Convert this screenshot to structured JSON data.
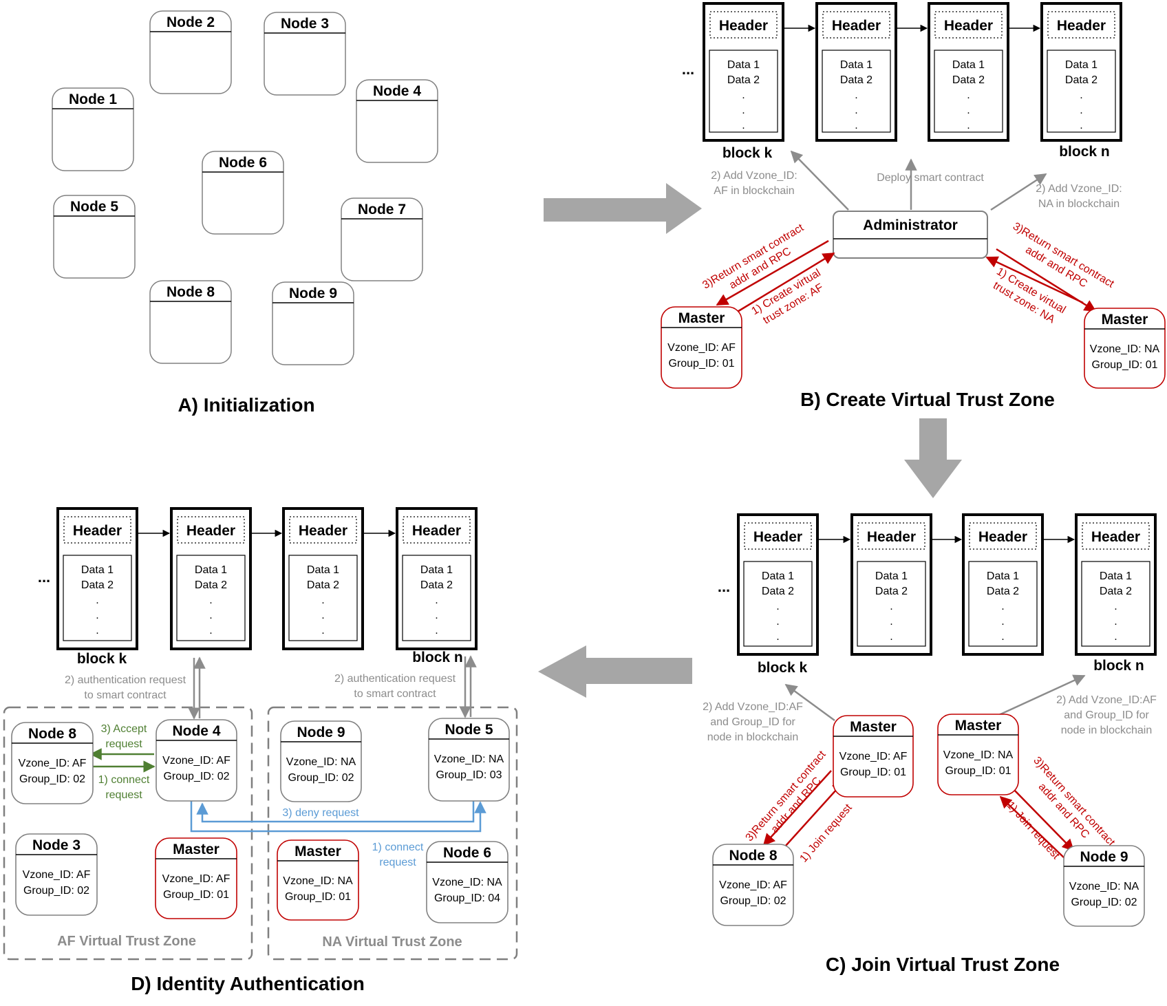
{
  "panels": {
    "a": {
      "title": "A) Initialization"
    },
    "b": {
      "title": "B) Create Virtual Trust Zone"
    },
    "c": {
      "title": "C) Join Virtual Trust Zone"
    },
    "d": {
      "title": "D) Identity Authentication"
    }
  },
  "init_nodes": [
    "Node 1",
    "Node 2",
    "Node 3",
    "Node 4",
    "Node 5",
    "Node 6",
    "Node 7",
    "Node 8",
    "Node 9"
  ],
  "block": {
    "header": "Header",
    "data1": "Data 1",
    "data2": "Data 2",
    "dot": ".",
    "ellipsis": "...",
    "block_k": "block k",
    "block_n": "block n"
  },
  "panel_b": {
    "administrator": "Administrator",
    "deploy": "Deploy smart contract",
    "add_af": [
      "2) Add Vzone_ID:",
      "AF in blockchain"
    ],
    "add_na": [
      "2) Add Vzone_ID:",
      "NA in blockchain"
    ],
    "return_left": [
      "3)Return smart contract",
      "addr and RPC"
    ],
    "create_left": [
      "1) Create virtual",
      "trust zone: AF"
    ],
    "return_right": [
      "3)Return smart contract",
      "addr and RPC"
    ],
    "create_right": [
      "1) Create virtual",
      "trust zone: NA"
    ],
    "master_af": {
      "title": "Master",
      "vzone": "Vzone_ID: AF",
      "group": "Group_ID: 01"
    },
    "master_na": {
      "title": "Master",
      "vzone": "Vzone_ID: NA",
      "group": "Group_ID: 01"
    }
  },
  "panel_c": {
    "add_left": [
      "2) Add Vzone_ID:AF",
      "and Group_ID for",
      "node in blockchain"
    ],
    "add_right": [
      "2) Add Vzone_ID:AF",
      "and Group_ID for",
      "node in blockchain"
    ],
    "return_left": [
      "3)Return smart contract",
      "addr and RPC"
    ],
    "join_left": "1) Join request",
    "return_right": [
      "3)Return smart contract",
      "addr and RPC"
    ],
    "join_right": "1) Join request",
    "master_af": {
      "title": "Master",
      "vzone": "Vzone_ID: AF",
      "group": "Group_ID: 01"
    },
    "master_na": {
      "title": "Master",
      "vzone": "Vzone_ID: NA",
      "group": "Group_ID: 01"
    },
    "node8": {
      "title": "Node 8",
      "vzone": "Vzone_ID: AF",
      "group": "Group_ID: 02"
    },
    "node9": {
      "title": "Node 9",
      "vzone": "Vzone_ID: NA",
      "group": "Group_ID: 02"
    }
  },
  "panel_d": {
    "auth_left": [
      "2) authentication request",
      "to smart contract"
    ],
    "auth_right": [
      "2) authentication request",
      "to smart contract"
    ],
    "accept": [
      "3) Accept",
      "request"
    ],
    "connect_green": [
      "1) connect",
      "request"
    ],
    "deny": "3) deny request",
    "connect_blue": [
      "1) connect",
      "request"
    ],
    "zone_af": "AF Virtual Trust Zone",
    "zone_na": "NA Virtual Trust Zone",
    "node8": {
      "title": "Node 8",
      "vzone": "Vzone_ID: AF",
      "group": "Group_ID: 02"
    },
    "node4": {
      "title": "Node 4",
      "vzone": "Vzone_ID: AF",
      "group": "Group_ID: 02"
    },
    "node3": {
      "title": "Node 3",
      "vzone": "Vzone_ID: AF",
      "group": "Group_ID: 02"
    },
    "master_af": {
      "title": "Master",
      "vzone": "Vzone_ID: AF",
      "group": "Group_ID: 01"
    },
    "node9": {
      "title": "Node 9",
      "vzone": "Vzone_ID: NA",
      "group": "Group_ID: 02"
    },
    "node5": {
      "title": "Node 5",
      "vzone": "Vzone_ID: NA",
      "group": "Group_ID: 03"
    },
    "master_na": {
      "title": "Master",
      "vzone": "Vzone_ID: NA",
      "group": "Group_ID: 01"
    },
    "node6": {
      "title": "Node 6",
      "vzone": "Vzone_ID: NA",
      "group": "Group_ID: 04"
    }
  },
  "colors": {
    "grey": "#8c8c8c",
    "red": "#c00000",
    "green": "#4f7f32",
    "blue": "#5b9bd5",
    "arrow_fill": "#a6a6a6"
  }
}
